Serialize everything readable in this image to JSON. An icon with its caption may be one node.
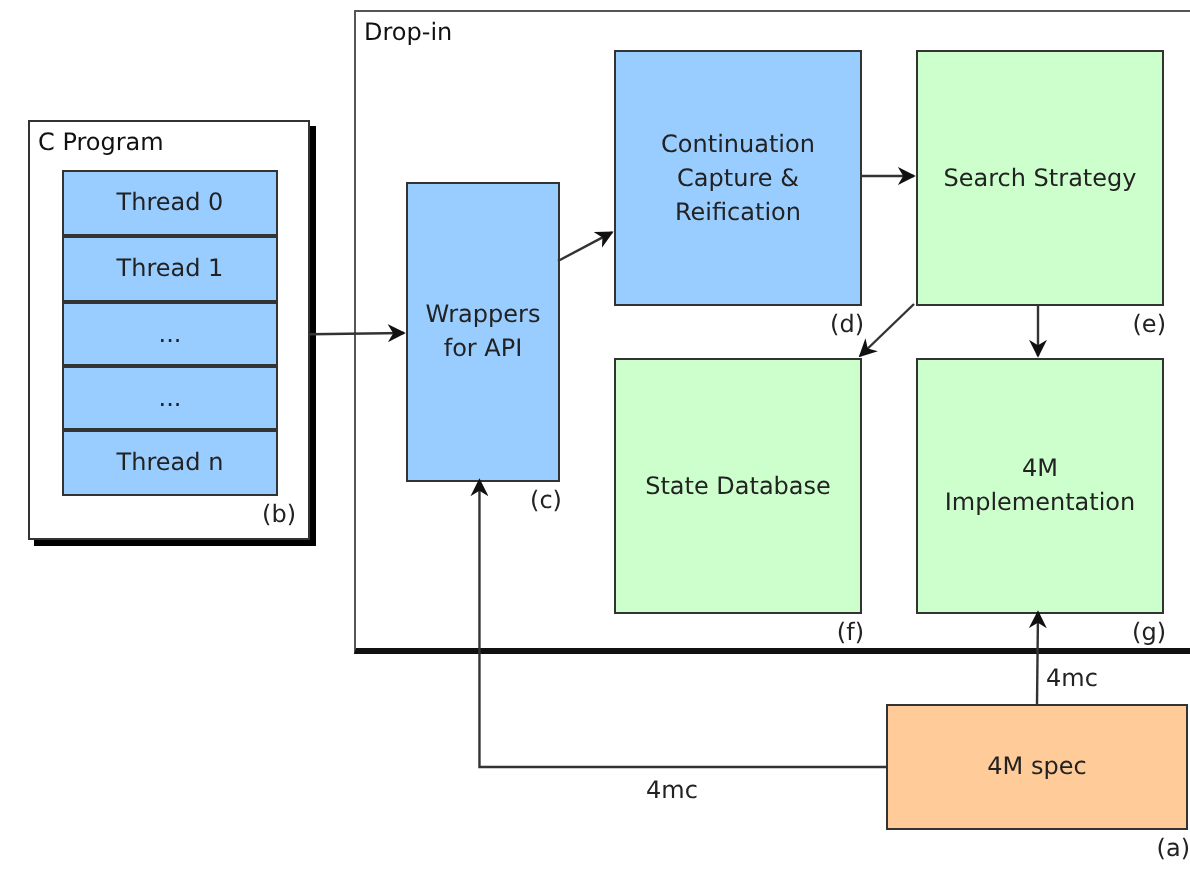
{
  "diagram": {
    "nodes": [
      {
        "text": [
          "C Program"
        ],
        "beside": [
          "(b)"
        ]
      },
      {
        "text": [
          "Thread 0"
        ],
        "in": 0
      },
      {
        "text": [
          "Thread 1"
        ],
        "in": 0
      },
      {
        "text": [
          "..."
        ],
        "in": 0
      },
      {
        "text": [
          "..."
        ],
        "in": 0
      },
      {
        "text": [
          "Thread n"
        ],
        "in": 0
      },
      {
        "text": [
          "Drop-in"
        ]
      },
      {
        "text": [
          "Wrappers for API"
        ],
        "in": 6,
        "beside": [
          "(c)"
        ]
      },
      {
        "text": [
          "Continuation Capture & Reification"
        ],
        "in": 6,
        "beside": [
          "(d)"
        ]
      },
      {
        "text": [
          "Search Strategy"
        ],
        "in": 6,
        "beside": [
          "(e)"
        ]
      },
      {
        "text": [
          "State Database"
        ],
        "in": 6,
        "beside": [
          "(f)"
        ]
      },
      {
        "text": [
          "4M Implementation"
        ],
        "in": 6,
        "beside": [
          "(g)"
        ]
      },
      {
        "text": [
          "4M spec"
        ],
        "beside": [
          "(a)"
        ]
      }
    ],
    "edges": [
      {
        "from": 0,
        "to": 7,
        "arrow": "to"
      },
      {
        "from": 7,
        "to": 8,
        "arrow": "to"
      },
      {
        "from": 8,
        "to": 9,
        "arrow": "to"
      },
      {
        "from": 9,
        "to": 10,
        "arrow": "to"
      },
      {
        "from": 9,
        "to": 11,
        "arrow": "to"
      },
      {
        "from": 12,
        "to": 11,
        "arrow": "to",
        "label": "4mc"
      },
      {
        "from": 12,
        "to": 7,
        "arrow": "to",
        "label": "4mc"
      }
    ]
  }
}
